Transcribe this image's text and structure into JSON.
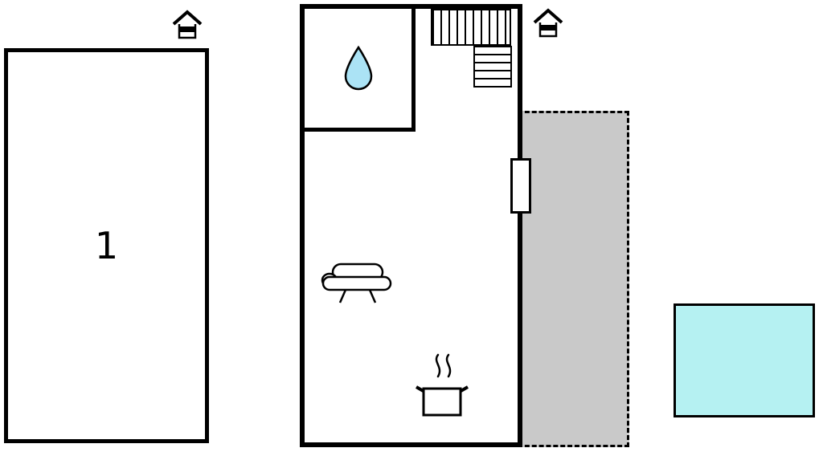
{
  "labels": {
    "room1": "1"
  },
  "colors": {
    "wall": "#000000",
    "terrace_fill": "#c9c9c9",
    "pool_fill": "#b5f1f2",
    "water_drop_fill": "#abe3f5"
  },
  "icons": {
    "house_left": "house-icon",
    "house_right": "house-icon",
    "water_drop": "water-drop-icon",
    "stairs": "stairs",
    "sofa": "sofa-icon",
    "cooking_pot": "cooking-pot-icon"
  },
  "areas": {
    "room1": "room-1",
    "main_building": "main-building",
    "bathroom": "bathroom",
    "terrace": "terrace",
    "door": "door-opening",
    "pool": "pool"
  }
}
